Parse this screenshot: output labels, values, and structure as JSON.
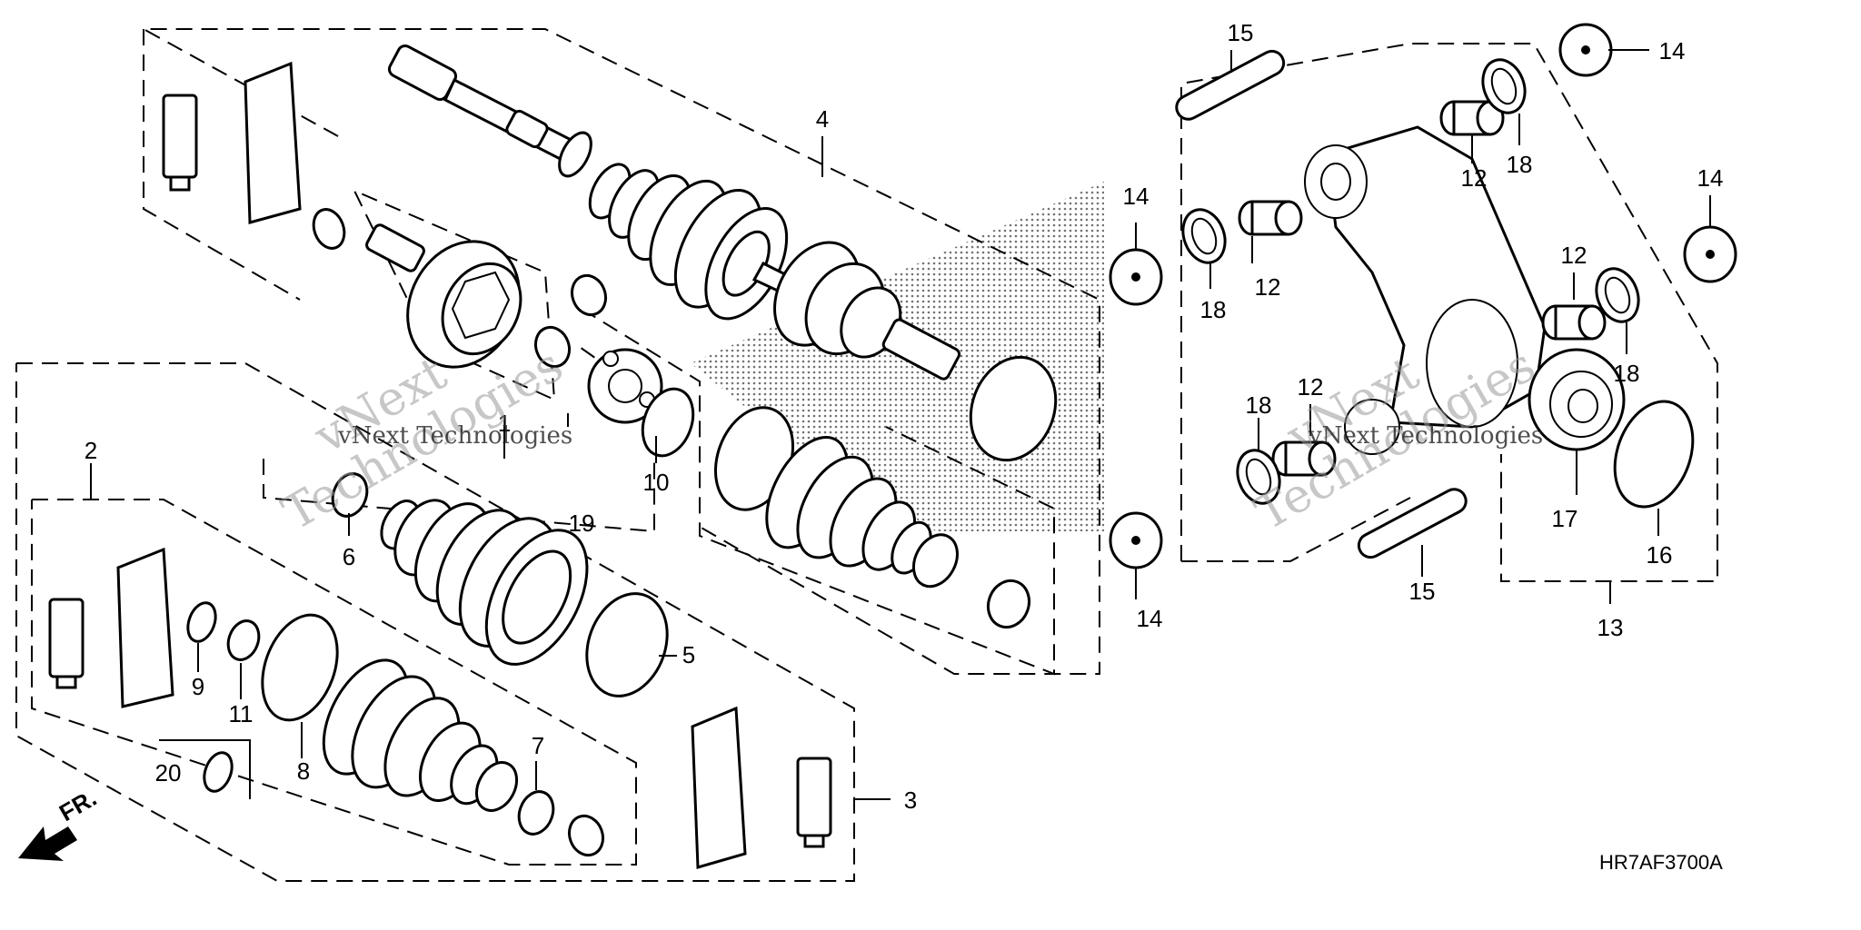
{
  "diagram": {
    "code": "HR7AF3700A",
    "front_label": "FR.",
    "watermark": {
      "brand": "vNext",
      "name": "Technologies",
      "line": "vNext Technologies"
    },
    "callouts": {
      "c1": "1",
      "c2": "2",
      "c3": "3",
      "c4": "4",
      "c5": "5",
      "c6": "6",
      "c7": "7",
      "c8": "8",
      "c9": "9",
      "c10": "10",
      "c11": "11",
      "c12": "12",
      "c13": "13",
      "c14": "14",
      "c15": "15",
      "c16": "16",
      "c17": "17",
      "c18": "18",
      "c19": "19",
      "c20": "20"
    }
  }
}
